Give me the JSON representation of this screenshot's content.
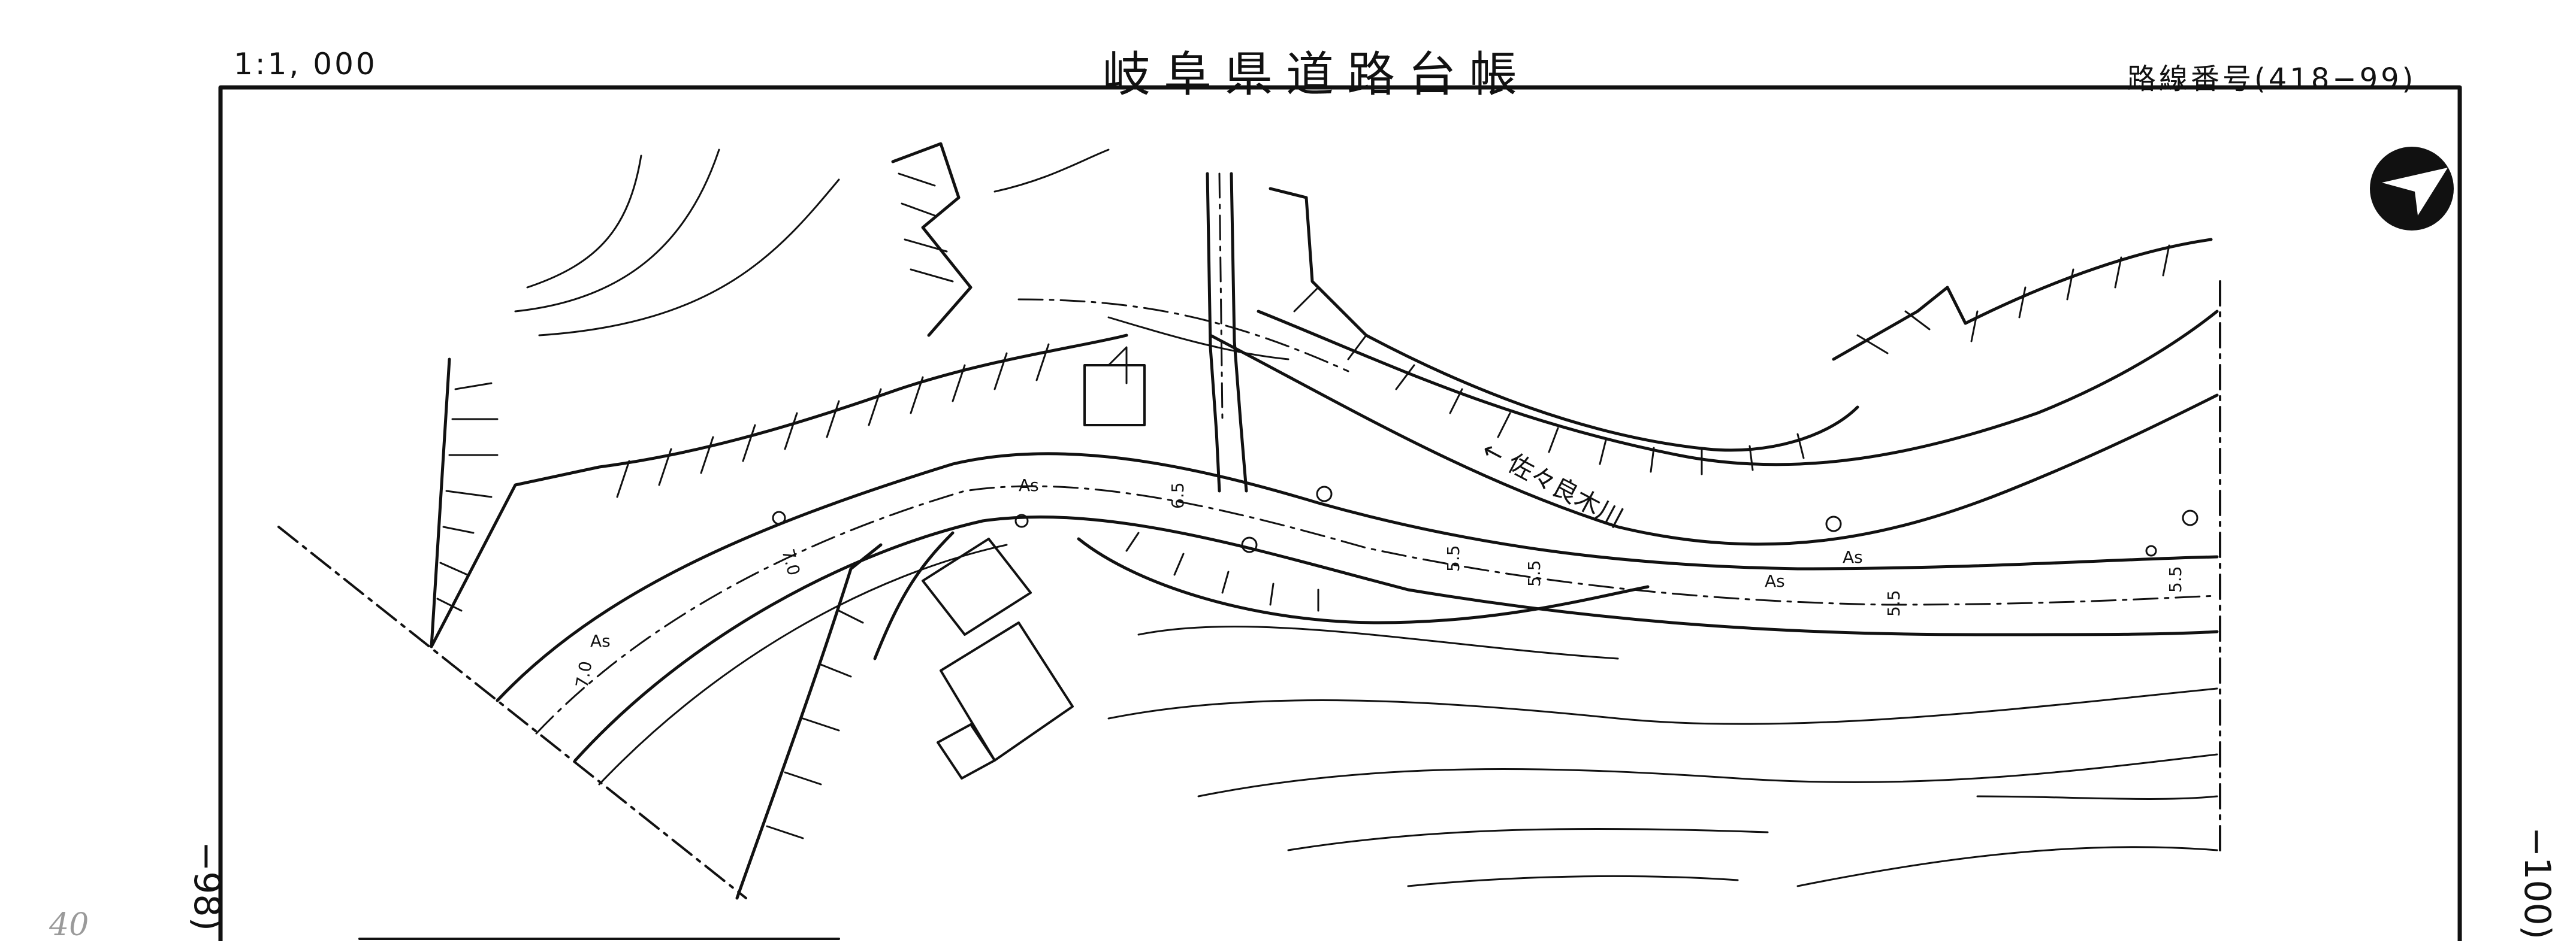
{
  "header": {
    "scale": "1:1, 000",
    "title": "岐阜県道路台帳",
    "route_number": "路線番号(418−99)"
  },
  "map": {
    "north_arrow_icon": "north-arrow-icon",
    "river_label": "← 佐々良木川",
    "surface_labels": [
      "As",
      "As",
      "As",
      "As"
    ],
    "width_labels": [
      "7.0",
      "7.0",
      "6.5",
      "5.5",
      "5.5",
      "5.5",
      "5.5"
    ],
    "adjacent_sheet_left": "−98)",
    "adjacent_sheet_right": "−100)"
  },
  "page_mark": "40"
}
